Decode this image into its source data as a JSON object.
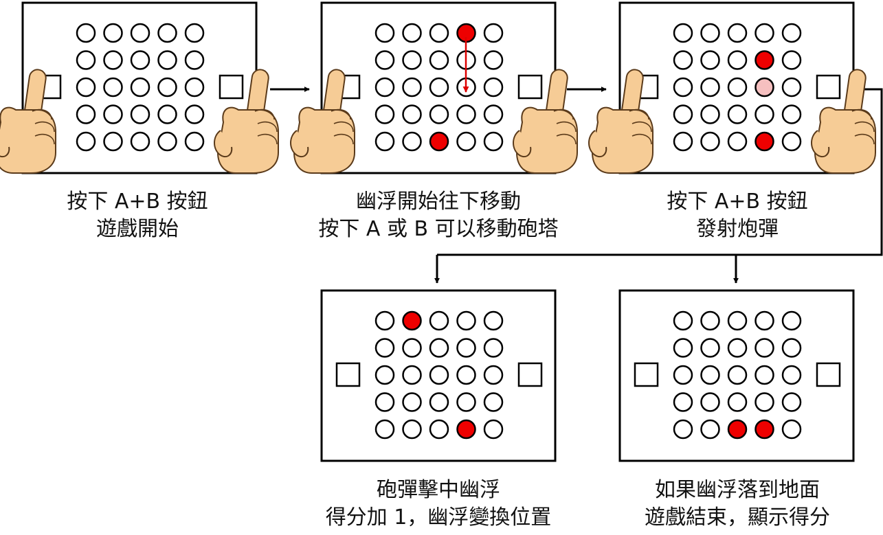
{
  "colors": {
    "led_on": "#ee0000",
    "led_fading": "#f6c0c0",
    "led_off": "#ffffff",
    "stroke": "#000000",
    "arrow_move": "#dd0000",
    "hand_skin": "#f6cc96",
    "hand_outline": "#5a3a1a"
  },
  "board_icons": [
    "finger-pressing-button-icon",
    "led-matrix"
  ],
  "steps": [
    {
      "id": "start",
      "caption_line1": "按下 A+B 按鈕",
      "caption_line2": "遊戲開始",
      "lit": [],
      "fading": [],
      "hands": true,
      "move_arrow": false
    },
    {
      "id": "ghost-moving",
      "caption_line1": "幽浮開始往下移動",
      "caption_line2": "按下 A 或 B 可以移動砲塔",
      "lit": [
        [
          0,
          3
        ],
        [
          4,
          2
        ]
      ],
      "fading": [],
      "hands": true,
      "move_arrow": true
    },
    {
      "id": "fire",
      "caption_line1": "按下 A+B 按鈕",
      "caption_line2": "發射炮彈",
      "lit": [
        [
          1,
          3
        ],
        [
          4,
          3
        ]
      ],
      "fading": [
        [
          2,
          3
        ]
      ],
      "hands": true,
      "move_arrow": false
    },
    {
      "id": "hit",
      "caption_line1": "砲彈擊中幽浮",
      "caption_line2": "得分加 1，幽浮變換位置",
      "lit": [
        [
          0,
          1
        ],
        [
          4,
          3
        ]
      ],
      "fading": [],
      "hands": false,
      "move_arrow": false
    },
    {
      "id": "game-over",
      "caption_line1": "如果幽浮落到地面",
      "caption_line2": "遊戲結束，顯示得分",
      "lit": [
        [
          4,
          2
        ],
        [
          4,
          3
        ]
      ],
      "fading": [],
      "hands": false,
      "move_arrow": false
    }
  ]
}
